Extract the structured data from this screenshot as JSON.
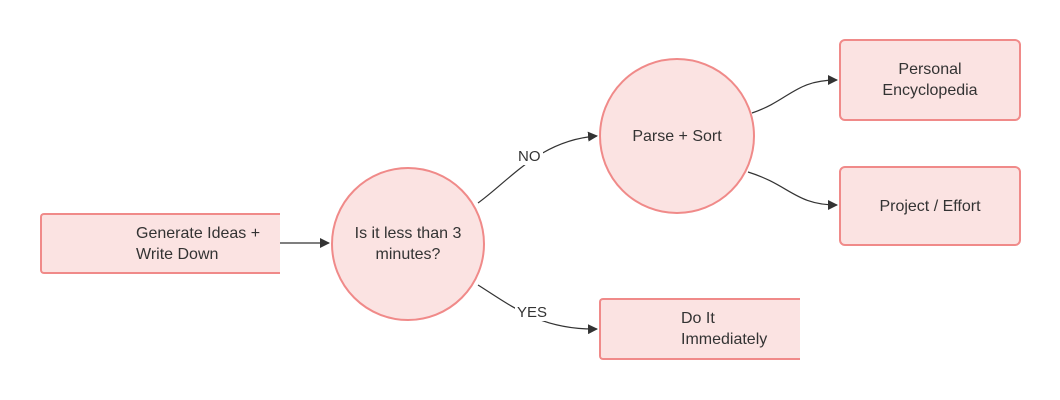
{
  "nodes": {
    "generate": {
      "line1": "Generate Ideas +",
      "line2": "Write Down"
    },
    "less_than": {
      "line1": "Is it less than",
      "line2": "3 minutes?"
    },
    "parse_sort": {
      "line1": "Parse + Sort"
    },
    "encyclopedia": {
      "line1": "Personal",
      "line2": "Encyclopedia"
    },
    "project": {
      "line1": "Project / Effort"
    },
    "do_it": {
      "line1": "Do It",
      "line2": "Immediately"
    }
  },
  "edges": {
    "no_label": "NO",
    "yes_label": "YES"
  },
  "colors": {
    "node_fill": "#fbe3e2",
    "node_stroke": "#f08a89",
    "edge_stroke": "#333333"
  }
}
